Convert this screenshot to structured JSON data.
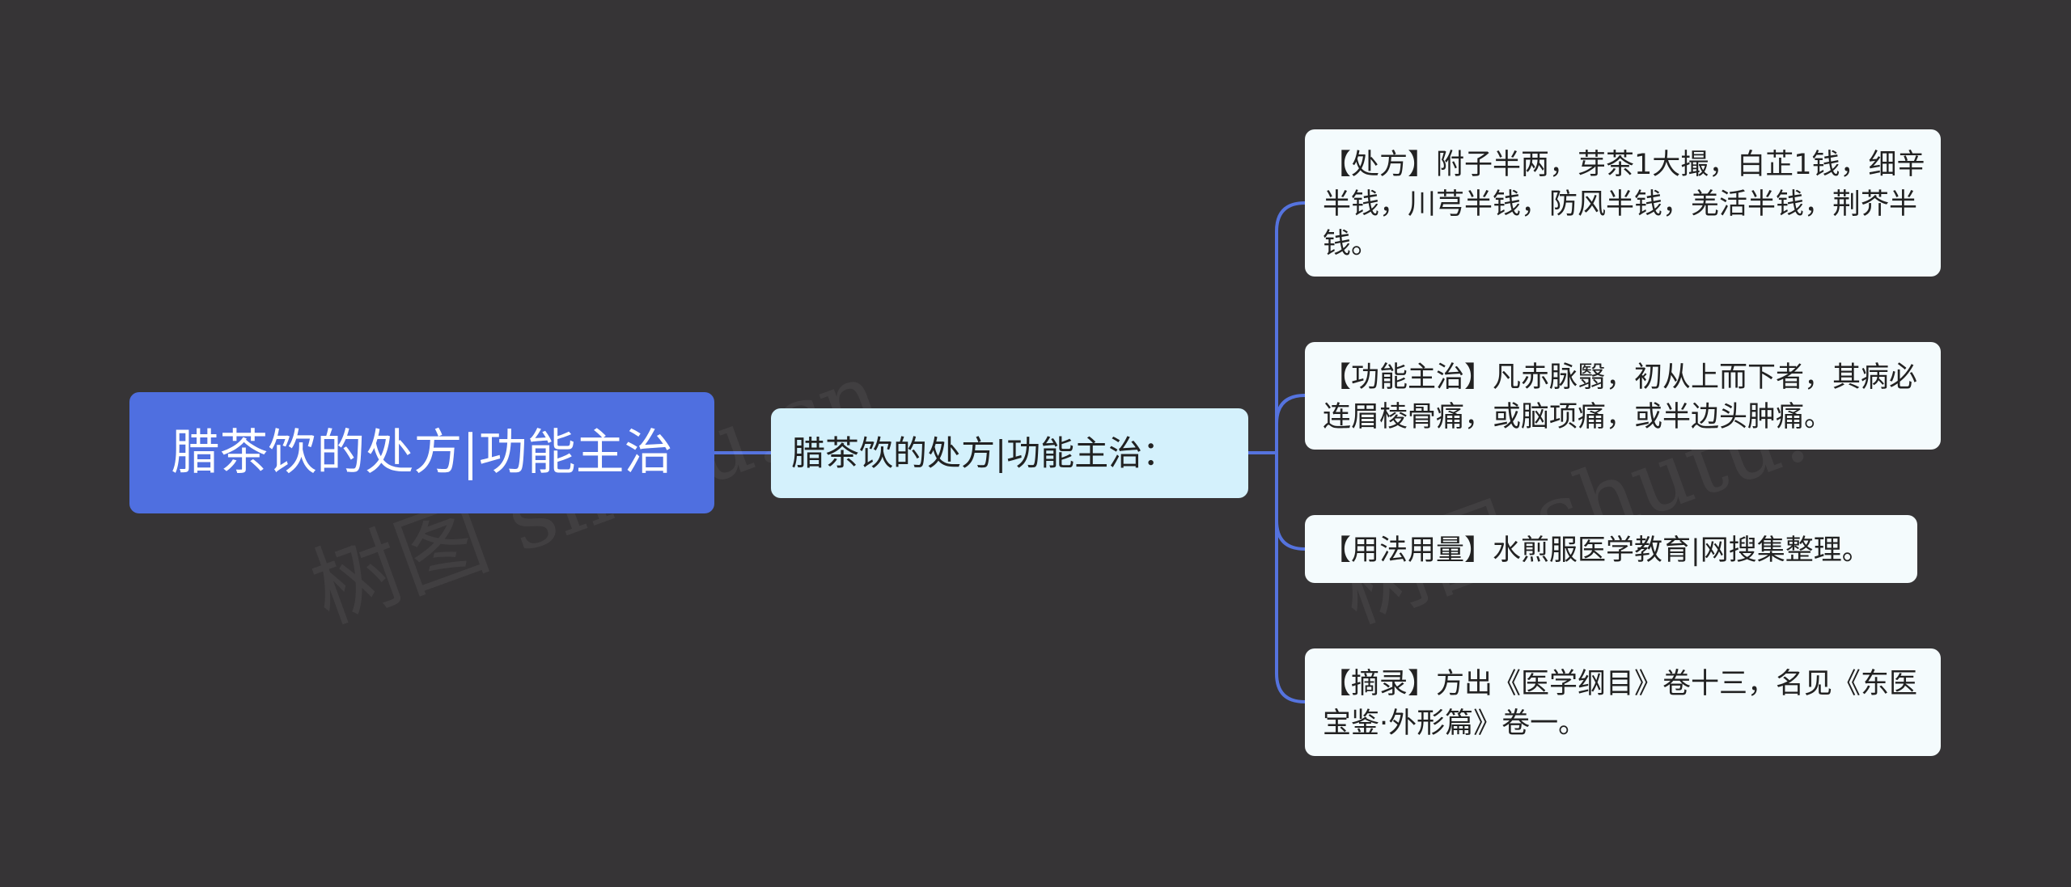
{
  "colors": {
    "background": "#363436",
    "root_fill": "#4f6fe0",
    "sub_fill": "#d4f1fc",
    "leaf_fill": "#f4fbfd",
    "connector": "#5573de"
  },
  "root": {
    "label": "腊茶饮的处方|功能主治"
  },
  "subtopic": {
    "label": "腊茶饮的处方|功能主治："
  },
  "leaves": [
    {
      "label": "【处方】附子半两，芽茶1大撮，白芷1钱，细辛半钱，川芎半钱，防风半钱，羌活半钱，荆芥半钱。"
    },
    {
      "label": "【功能主治】凡赤脉翳，初从上而下者，其病必连眉棱骨痛，或脑项痛，或半边头肿痛。"
    },
    {
      "label": "【用法用量】水煎服医学教育|网搜集整理。"
    },
    {
      "label": "【摘录】方出《医学纲目》卷十三，名见《东医宝鉴·外形篇》卷一。"
    }
  ],
  "watermarks": [
    "树图 shutu.cn",
    "树图 shutu.cn"
  ]
}
